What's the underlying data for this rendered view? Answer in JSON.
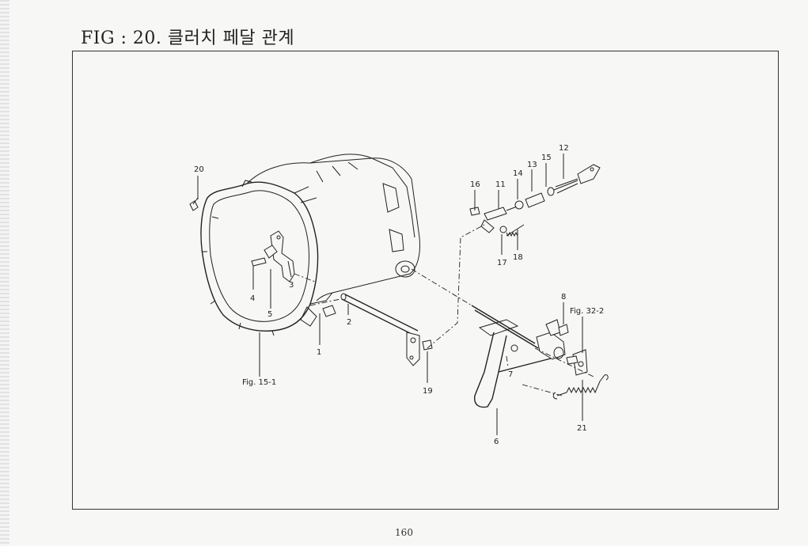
{
  "header": {
    "title": "FIG : 20. 클러치 페달 관계"
  },
  "callouts": {
    "c1": "1",
    "c2": "2",
    "c3": "3",
    "c4": "4",
    "c5": "5",
    "c6": "6",
    "c7": "7",
    "c8": "8",
    "c11": "11",
    "c12": "12",
    "c13": "13",
    "c14": "14",
    "c15": "15",
    "c16": "16",
    "c17": "17",
    "c18": "18",
    "c19": "19",
    "c20": "20",
    "c21": "21"
  },
  "references": {
    "fig_15_1": "Fig. 15-1",
    "fig_32_2": "Fig. 32-2"
  },
  "footer": {
    "page_number": "160"
  }
}
